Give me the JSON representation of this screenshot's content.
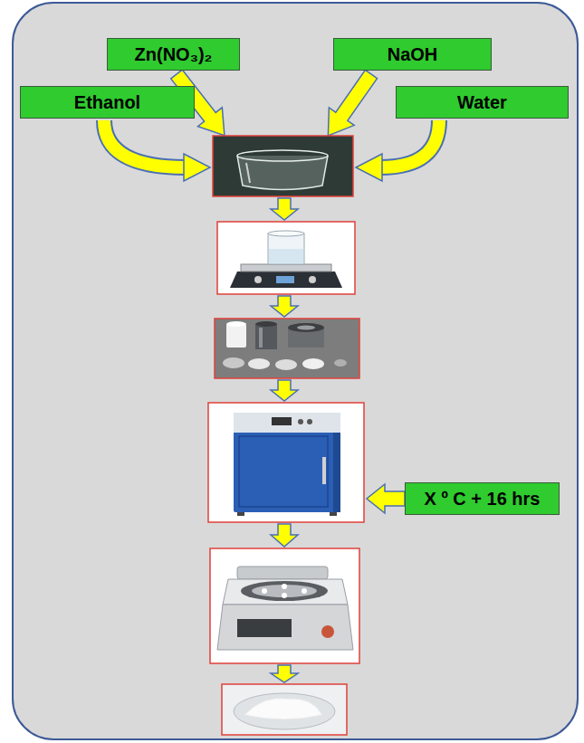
{
  "diagram": {
    "nodes": [
      {
        "text": [
          "Zn(NO₃)₂"
        ]
      },
      {
        "text": [
          "NaOH"
        ]
      },
      {
        "text": [
          "Ethanol"
        ]
      },
      {
        "text": [
          "Water"
        ]
      },
      {
        "text": [
          "X º C + 16 hrs"
        ]
      }
    ]
  }
}
